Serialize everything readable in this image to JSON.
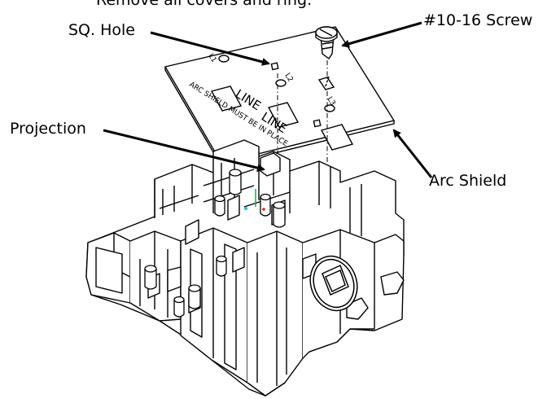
{
  "header_fragment": "Remove all covers and ring.",
  "callouts": {
    "sq_hole": "SQ. Hole",
    "screw": "#10-16 Screw",
    "projection": "Projection",
    "arc_shield": "Arc Shield"
  },
  "plate_labels": {
    "l1": "L1",
    "l2": "L2",
    "l3": "L3",
    "line_1": "LINE",
    "line_2": "LINE",
    "warning": "ARC SHIELD MUST BE IN PLACE"
  },
  "colors": {
    "ink": "#000000",
    "paper": "#ffffff",
    "accent_green": "#1aa84a",
    "accent_cyan": "#22c3e6",
    "accent_red": "#e02020"
  }
}
